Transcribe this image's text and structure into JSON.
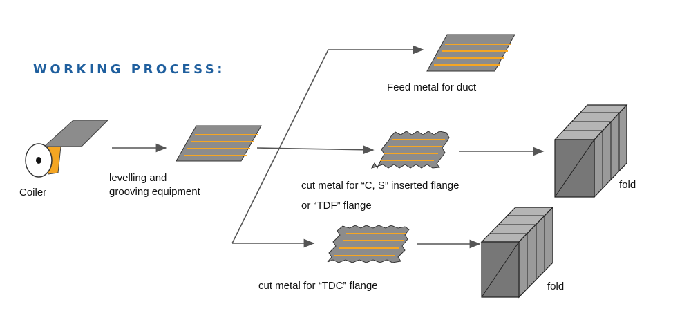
{
  "title": "WORKING PROCESS:",
  "nodes": {
    "coiler": "Coiler",
    "levelling_line1": "levelling and",
    "levelling_line2": "grooving equipment",
    "feed_duct": "Feed metal for duct",
    "cut_cs_line1": "cut metal for “C, S” inserted flange",
    "cut_cs_line2": "or “TDF” flange",
    "cut_tdc": "cut metal for “TDC” flange",
    "fold_upper": "fold",
    "fold_lower": "fold"
  },
  "colors": {
    "title": "#1f5f9e",
    "sheet": "#8c8c8c",
    "groove": "#f5a623",
    "box_front": "#777777",
    "box_top": "#b5b5b5",
    "box_side": "#9a9a9a",
    "arrow": "#555555"
  }
}
